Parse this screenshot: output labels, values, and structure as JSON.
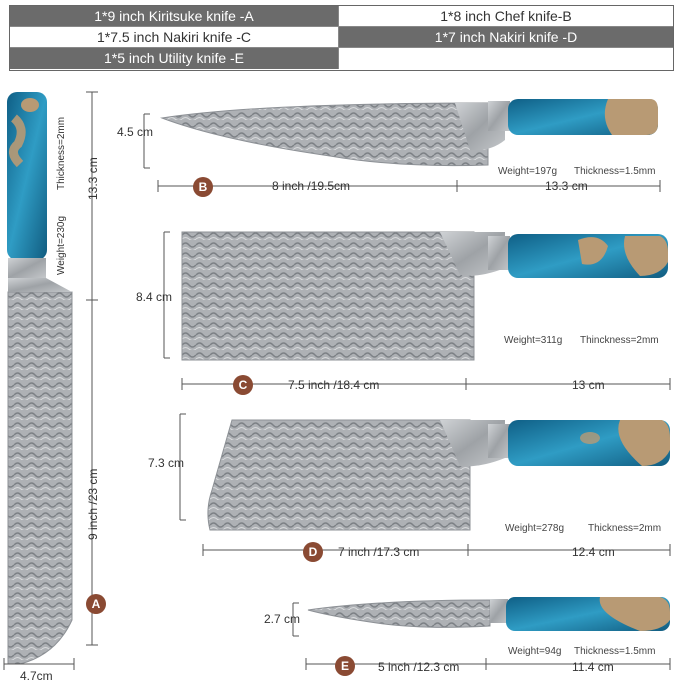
{
  "header": {
    "row1_left": "1*9 inch Kiritsuke knife -A",
    "row1_right": "1*8 inch Chef knife-B",
    "row2_left": "1*7.5 inch Nakiri knife -C",
    "row2_right": "1*7 inch Nakiri knife -D",
    "row3_left": "1*5 inch Utility knife -E"
  },
  "knife_a": {
    "badge": "A",
    "handle_length": "13.3 cm",
    "blade_length": "9 inch /23 cm",
    "width": "4.7cm",
    "weight": "Weight=230g",
    "thickness": "Thickness=2mm"
  },
  "knife_b": {
    "badge": "B",
    "height": "4.5 cm",
    "blade_length": "8 inch /19.5cm",
    "handle_length": "13.3 cm",
    "weight": "Weight=197g",
    "thickness": "Thickness=1.5mm"
  },
  "knife_c": {
    "badge": "C",
    "height": "8.4 cm",
    "blade_length": "7.5 inch /18.4 cm",
    "handle_length": "13 cm",
    "weight": "Weight=311g",
    "thickness": "Thinckness=2mm"
  },
  "knife_d": {
    "badge": "D",
    "height": "7.3 cm",
    "blade_length": "7 inch /17.3 cm",
    "handle_length": "12.4 cm",
    "weight": "Weight=278g",
    "thickness": "Thickness=2mm"
  },
  "knife_e": {
    "badge": "E",
    "height": "2.7 cm",
    "blade_length": "5 inch /12.3 cm",
    "handle_length": "11.4 cm",
    "weight": "Weight=94g",
    "thickness": "Thickness=1.5mm"
  },
  "colors": {
    "header_dark": "#6b6b6b",
    "resin_blue": "#1f7aa0",
    "wood": "#b89a74",
    "steel": "#a9acb0",
    "badge": "#8a4a33"
  }
}
